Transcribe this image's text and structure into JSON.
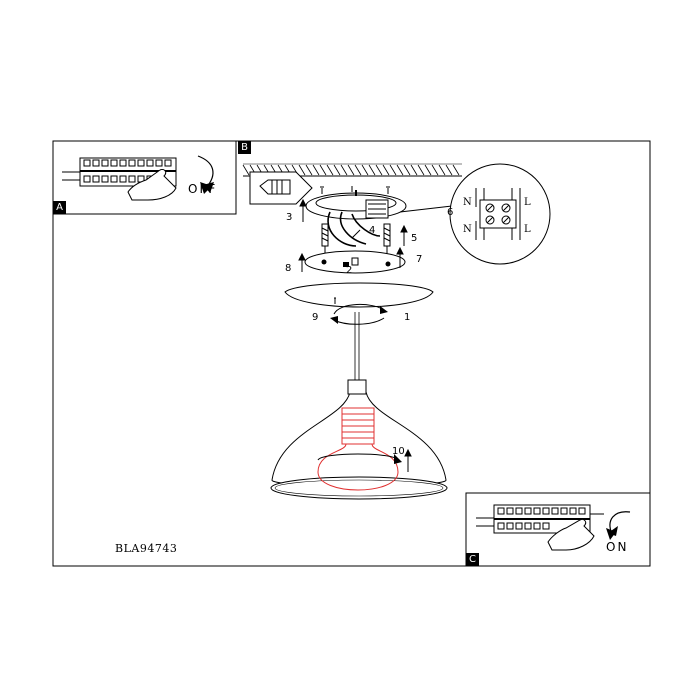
{
  "panels": {
    "a": {
      "label": "A",
      "action": "OFF"
    },
    "b": {
      "label": "B"
    },
    "c": {
      "label": "C",
      "action": "ON"
    }
  },
  "terminal_labels": [
    "N",
    "L",
    "N",
    "L"
  ],
  "steps": [
    "1",
    "2",
    "3",
    "4",
    "5",
    "6",
    "7",
    "8",
    "9",
    "10"
  ],
  "product_code": "BLA94743",
  "colors": {
    "line": "#000000",
    "bulb": "#e03030"
  }
}
